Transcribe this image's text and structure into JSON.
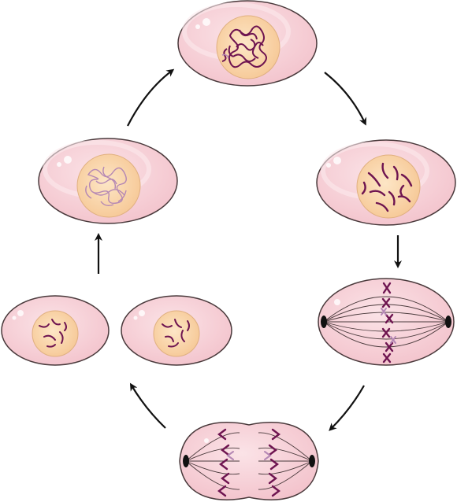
{
  "diagram": {
    "colors": {
      "cell_fill": "#f5ccd4",
      "cell_stroke": "#4a3a3c",
      "nucleus_fill": "#f8d4a8",
      "chromosome": "#6e1450",
      "chromosome_light": "#b487b4",
      "spindle": "#4a3a3c",
      "arrow": "#111111"
    },
    "stages": [
      {
        "id": "interphase",
        "chromatin": "diffuse"
      },
      {
        "id": "early-prophase",
        "chromatin": "condensing"
      },
      {
        "id": "prophase",
        "chromatin": "condensed"
      },
      {
        "id": "metaphase",
        "chromatin": "aligned"
      },
      {
        "id": "anaphase",
        "chromatin": "separating"
      },
      {
        "id": "telophase",
        "chromatin": "two-nuclei"
      }
    ],
    "cycle_order": [
      "early-prophase",
      "prophase",
      "metaphase",
      "anaphase",
      "telophase",
      "interphase"
    ]
  }
}
